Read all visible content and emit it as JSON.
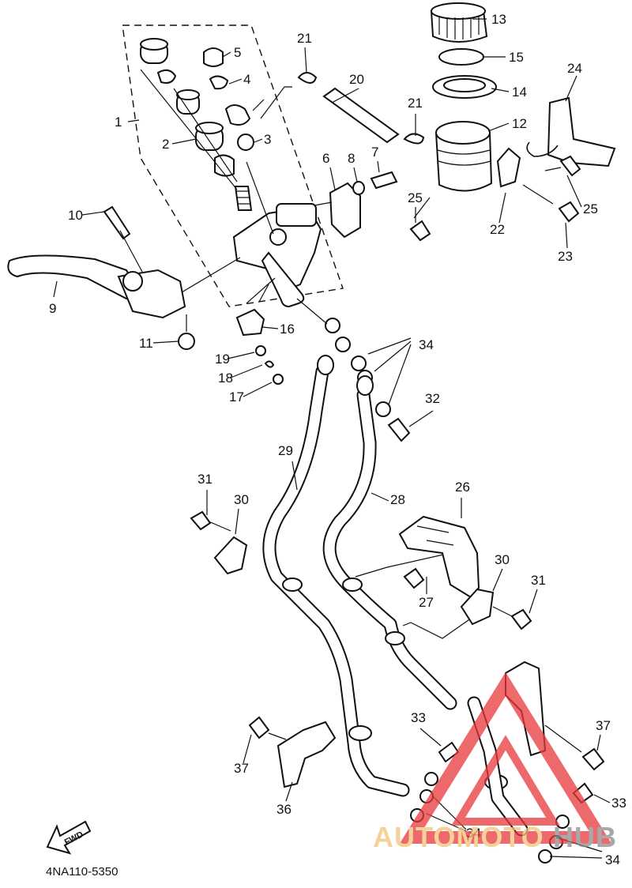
{
  "diagram_code": "4NA110-5350",
  "fwd_label": "FWD",
  "watermark": {
    "text_1": "AUTOMOTO",
    "text_2": "HUB",
    "color_1": "#f3c37a",
    "color_2": "#8b8b8b",
    "triangle_color": "#e8383a"
  },
  "callouts": {
    "c1": "1",
    "c2": "2",
    "c3": "3",
    "c4": "4",
    "c5": "5",
    "c6": "6",
    "c7": "7",
    "c8": "8",
    "c9": "9",
    "c10": "10",
    "c11": "11",
    "c12": "12",
    "c13": "13",
    "c14": "14",
    "c15": "15",
    "c16": "16",
    "c17": "17",
    "c18": "18",
    "c19": "19",
    "c20": "20",
    "c21a": "21",
    "c21b": "21",
    "c22": "22",
    "c23": "23",
    "c24": "24",
    "c25a": "25",
    "c25b": "25",
    "c26": "26",
    "c27": "27",
    "c28": "28",
    "c29": "29",
    "c30a": "30",
    "c30b": "30",
    "c31a": "31",
    "c31b": "31",
    "c32": "32",
    "c33a": "33",
    "c33b": "33",
    "c34a": "34",
    "c34b": "34",
    "c34c": "34",
    "c36": "36",
    "c37a": "37",
    "c37b": "37"
  }
}
